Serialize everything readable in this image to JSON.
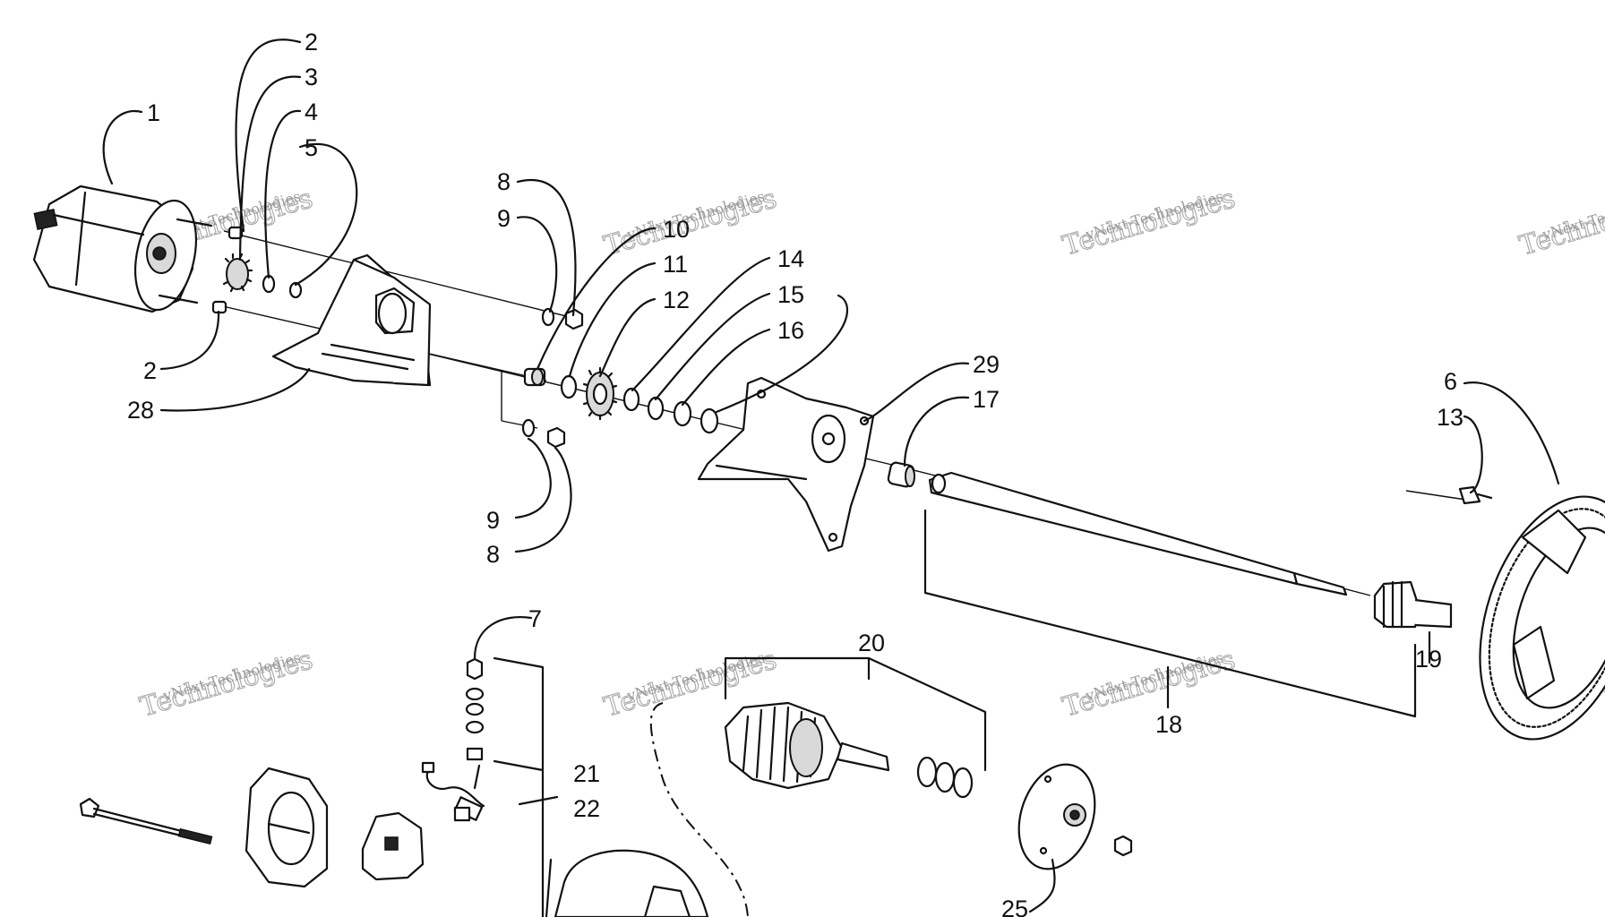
{
  "callouts": {
    "c1": "1",
    "c2a": "2",
    "c2b": "2",
    "c3": "3",
    "c4": "4",
    "c5": "5",
    "c6": "6",
    "c7": "7",
    "c8a": "8",
    "c8b": "8",
    "c9a": "9",
    "c9b": "9",
    "c10": "10",
    "c11": "11",
    "c12": "12",
    "c13": "13",
    "c14": "14",
    "c15": "15",
    "c16": "16",
    "c17": "17",
    "c18": "18",
    "c19": "19",
    "c20": "20",
    "c21": "21",
    "c22": "22",
    "c25": "25",
    "c28": "28",
    "c29": "29"
  },
  "watermark": {
    "small": "vNext Technologies",
    "large": "Technologies"
  }
}
